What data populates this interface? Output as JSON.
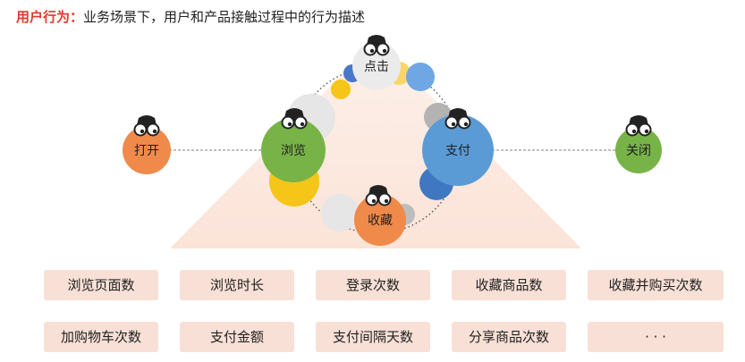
{
  "heading": {
    "lead": "用户行为：",
    "text": "业务场景下，用户和产品接触过程中的行为描述"
  },
  "nodes": {
    "open": "打开",
    "browse": "浏览",
    "click": "点击",
    "pay": "支付",
    "favorite": "收藏",
    "close": "关闭"
  },
  "metrics": [
    [
      "浏览页面数",
      "浏览时长",
      "登录次数",
      "收藏商品数",
      "收藏并购买次数"
    ],
    [
      "加购物车次数",
      "支付金额",
      "支付间隔天数",
      "分享商品次数",
      "· · ·"
    ]
  ],
  "colors": {
    "open": "#ef8a4b",
    "browse": "#78b348",
    "pay": "#5b9bd5",
    "favorite": "#ef8a4b",
    "close": "#78b348",
    "gold": "#f5c518",
    "blue_dark": "#3f78c0",
    "gray": "#d9d9d9",
    "triangle": "#fbe6dc",
    "metric_bg": "#f8e0d6",
    "accent_red": "#e0392b"
  }
}
